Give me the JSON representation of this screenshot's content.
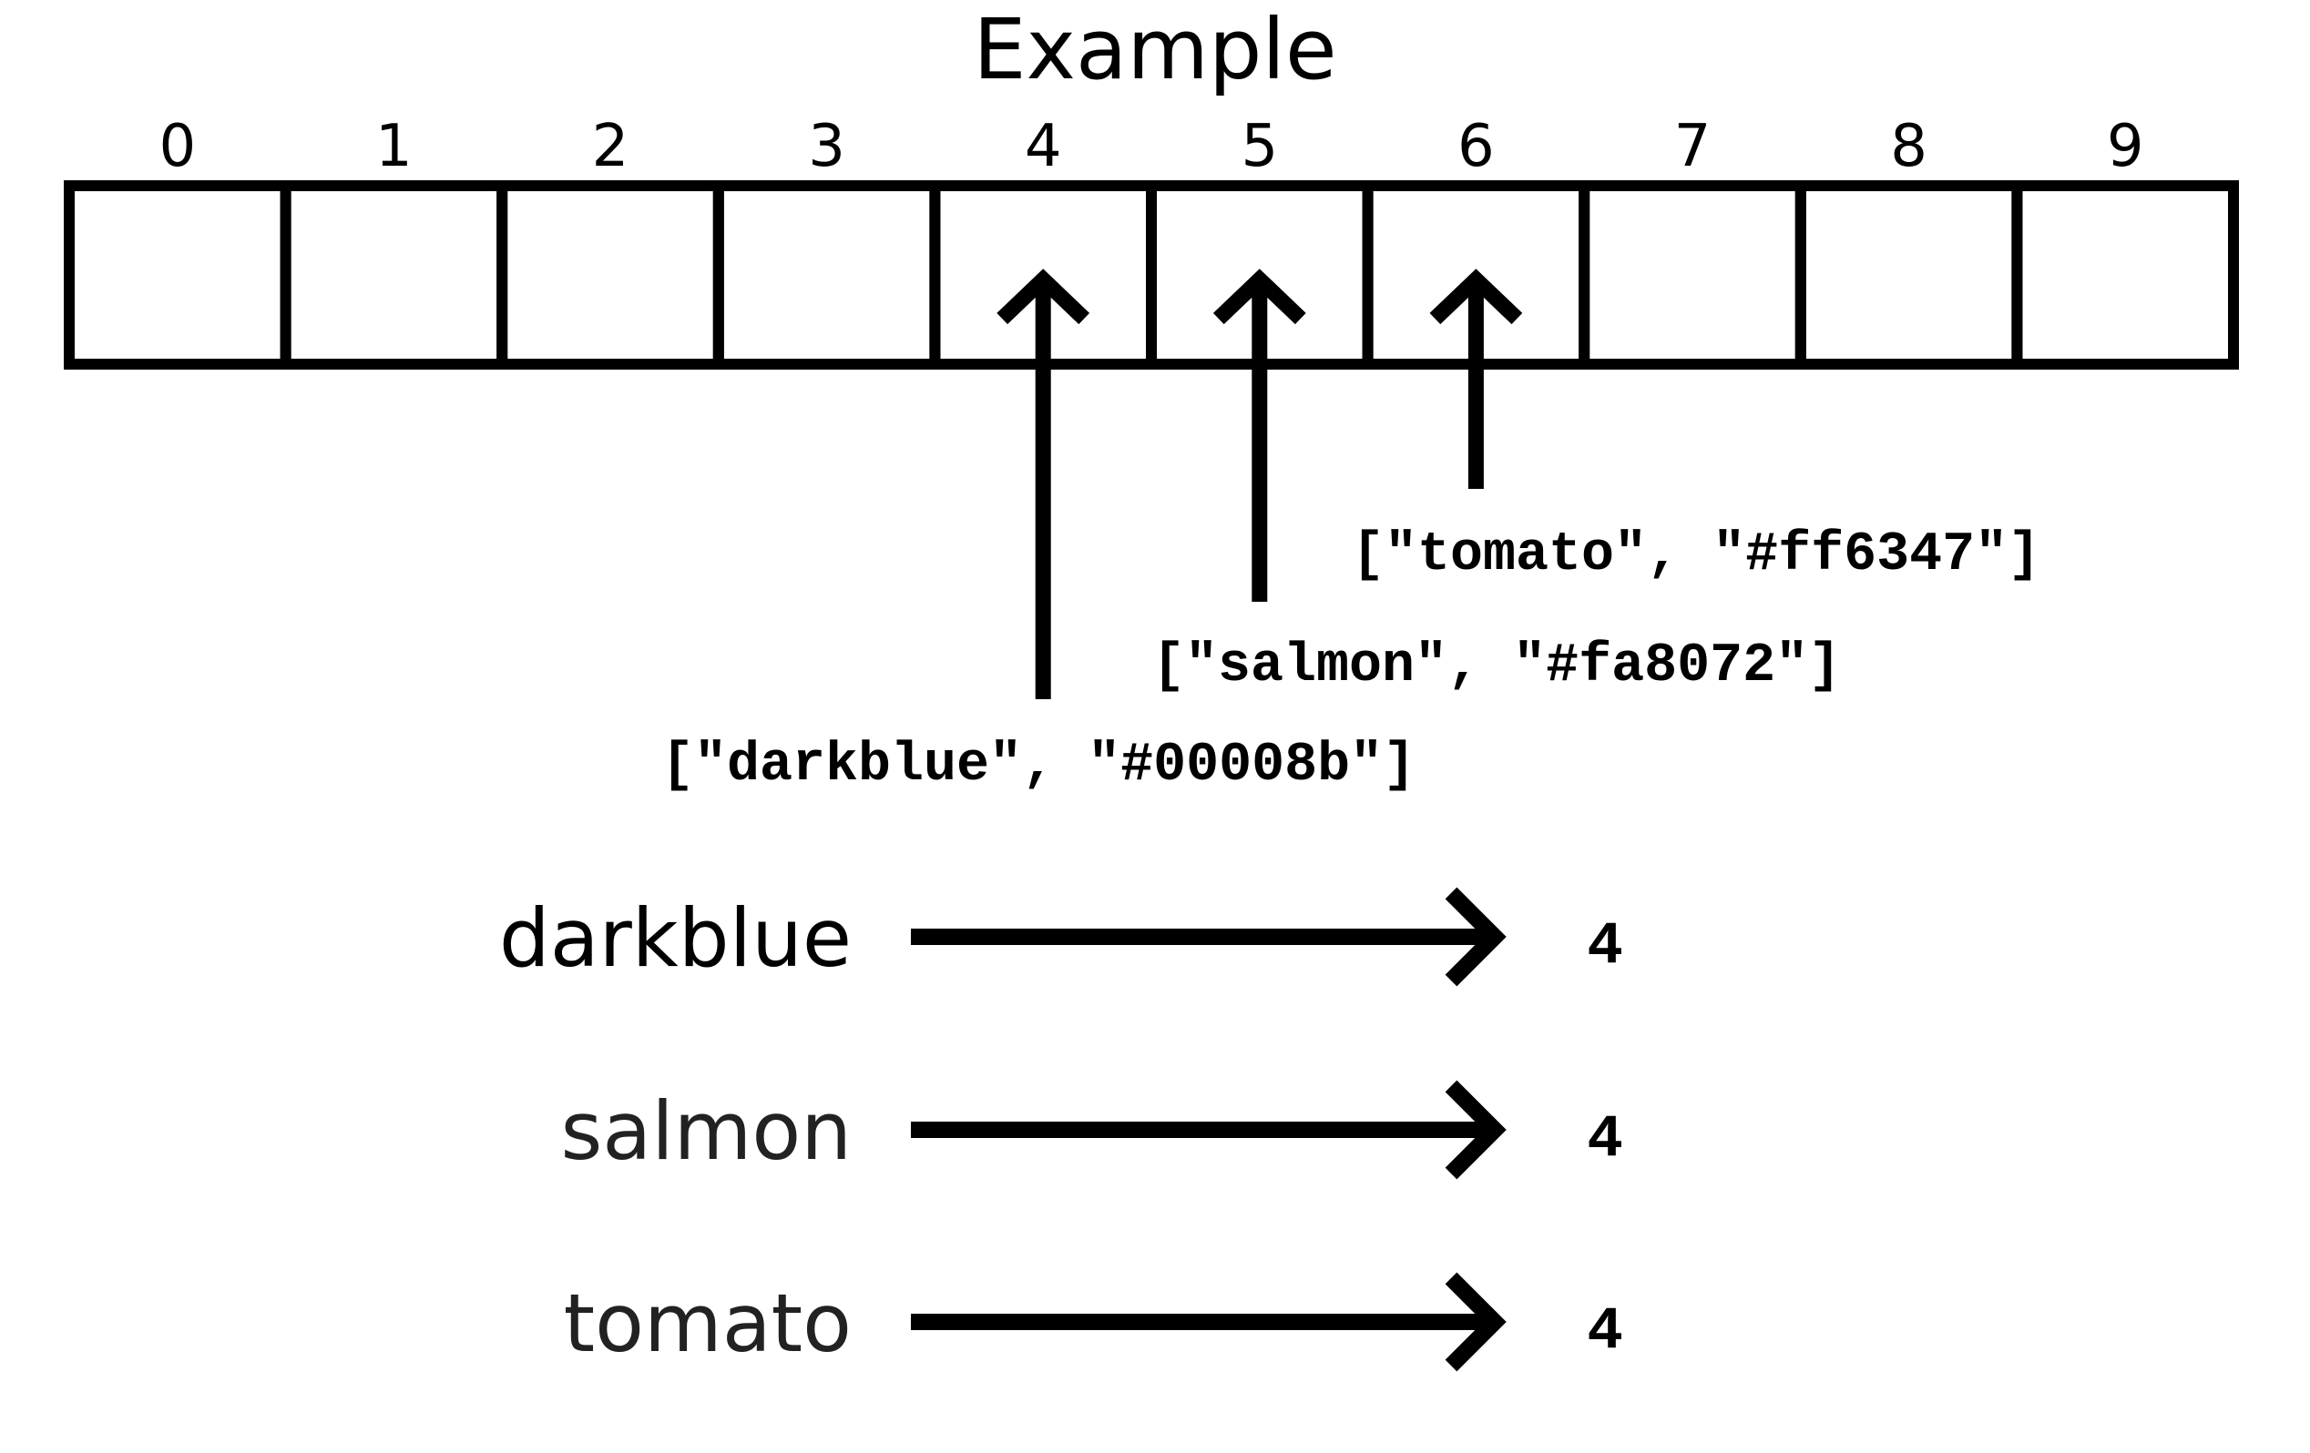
{
  "title": "Example",
  "array": {
    "indices": [
      "0",
      "1",
      "2",
      "3",
      "4",
      "5",
      "6",
      "7",
      "8",
      "9"
    ]
  },
  "entries": [
    {
      "key": "darkblue",
      "hex": "#00008b",
      "tuple_label": "[\"darkblue\", \"#00008b\"]",
      "points_to_index": 4,
      "hash_value": "4",
      "text_color": "#000000"
    },
    {
      "key": "salmon",
      "hex": "#fa8072",
      "tuple_label": "[\"salmon\", \"#fa8072\"]",
      "points_to_index": 5,
      "hash_value": "4",
      "text_color": "#222222"
    },
    {
      "key": "tomato",
      "hex": "#ff6347",
      "tuple_label": "[\"tomato\", \"#ff6347\"]",
      "points_to_index": 6,
      "hash_value": "4",
      "text_color": "#222222"
    }
  ]
}
